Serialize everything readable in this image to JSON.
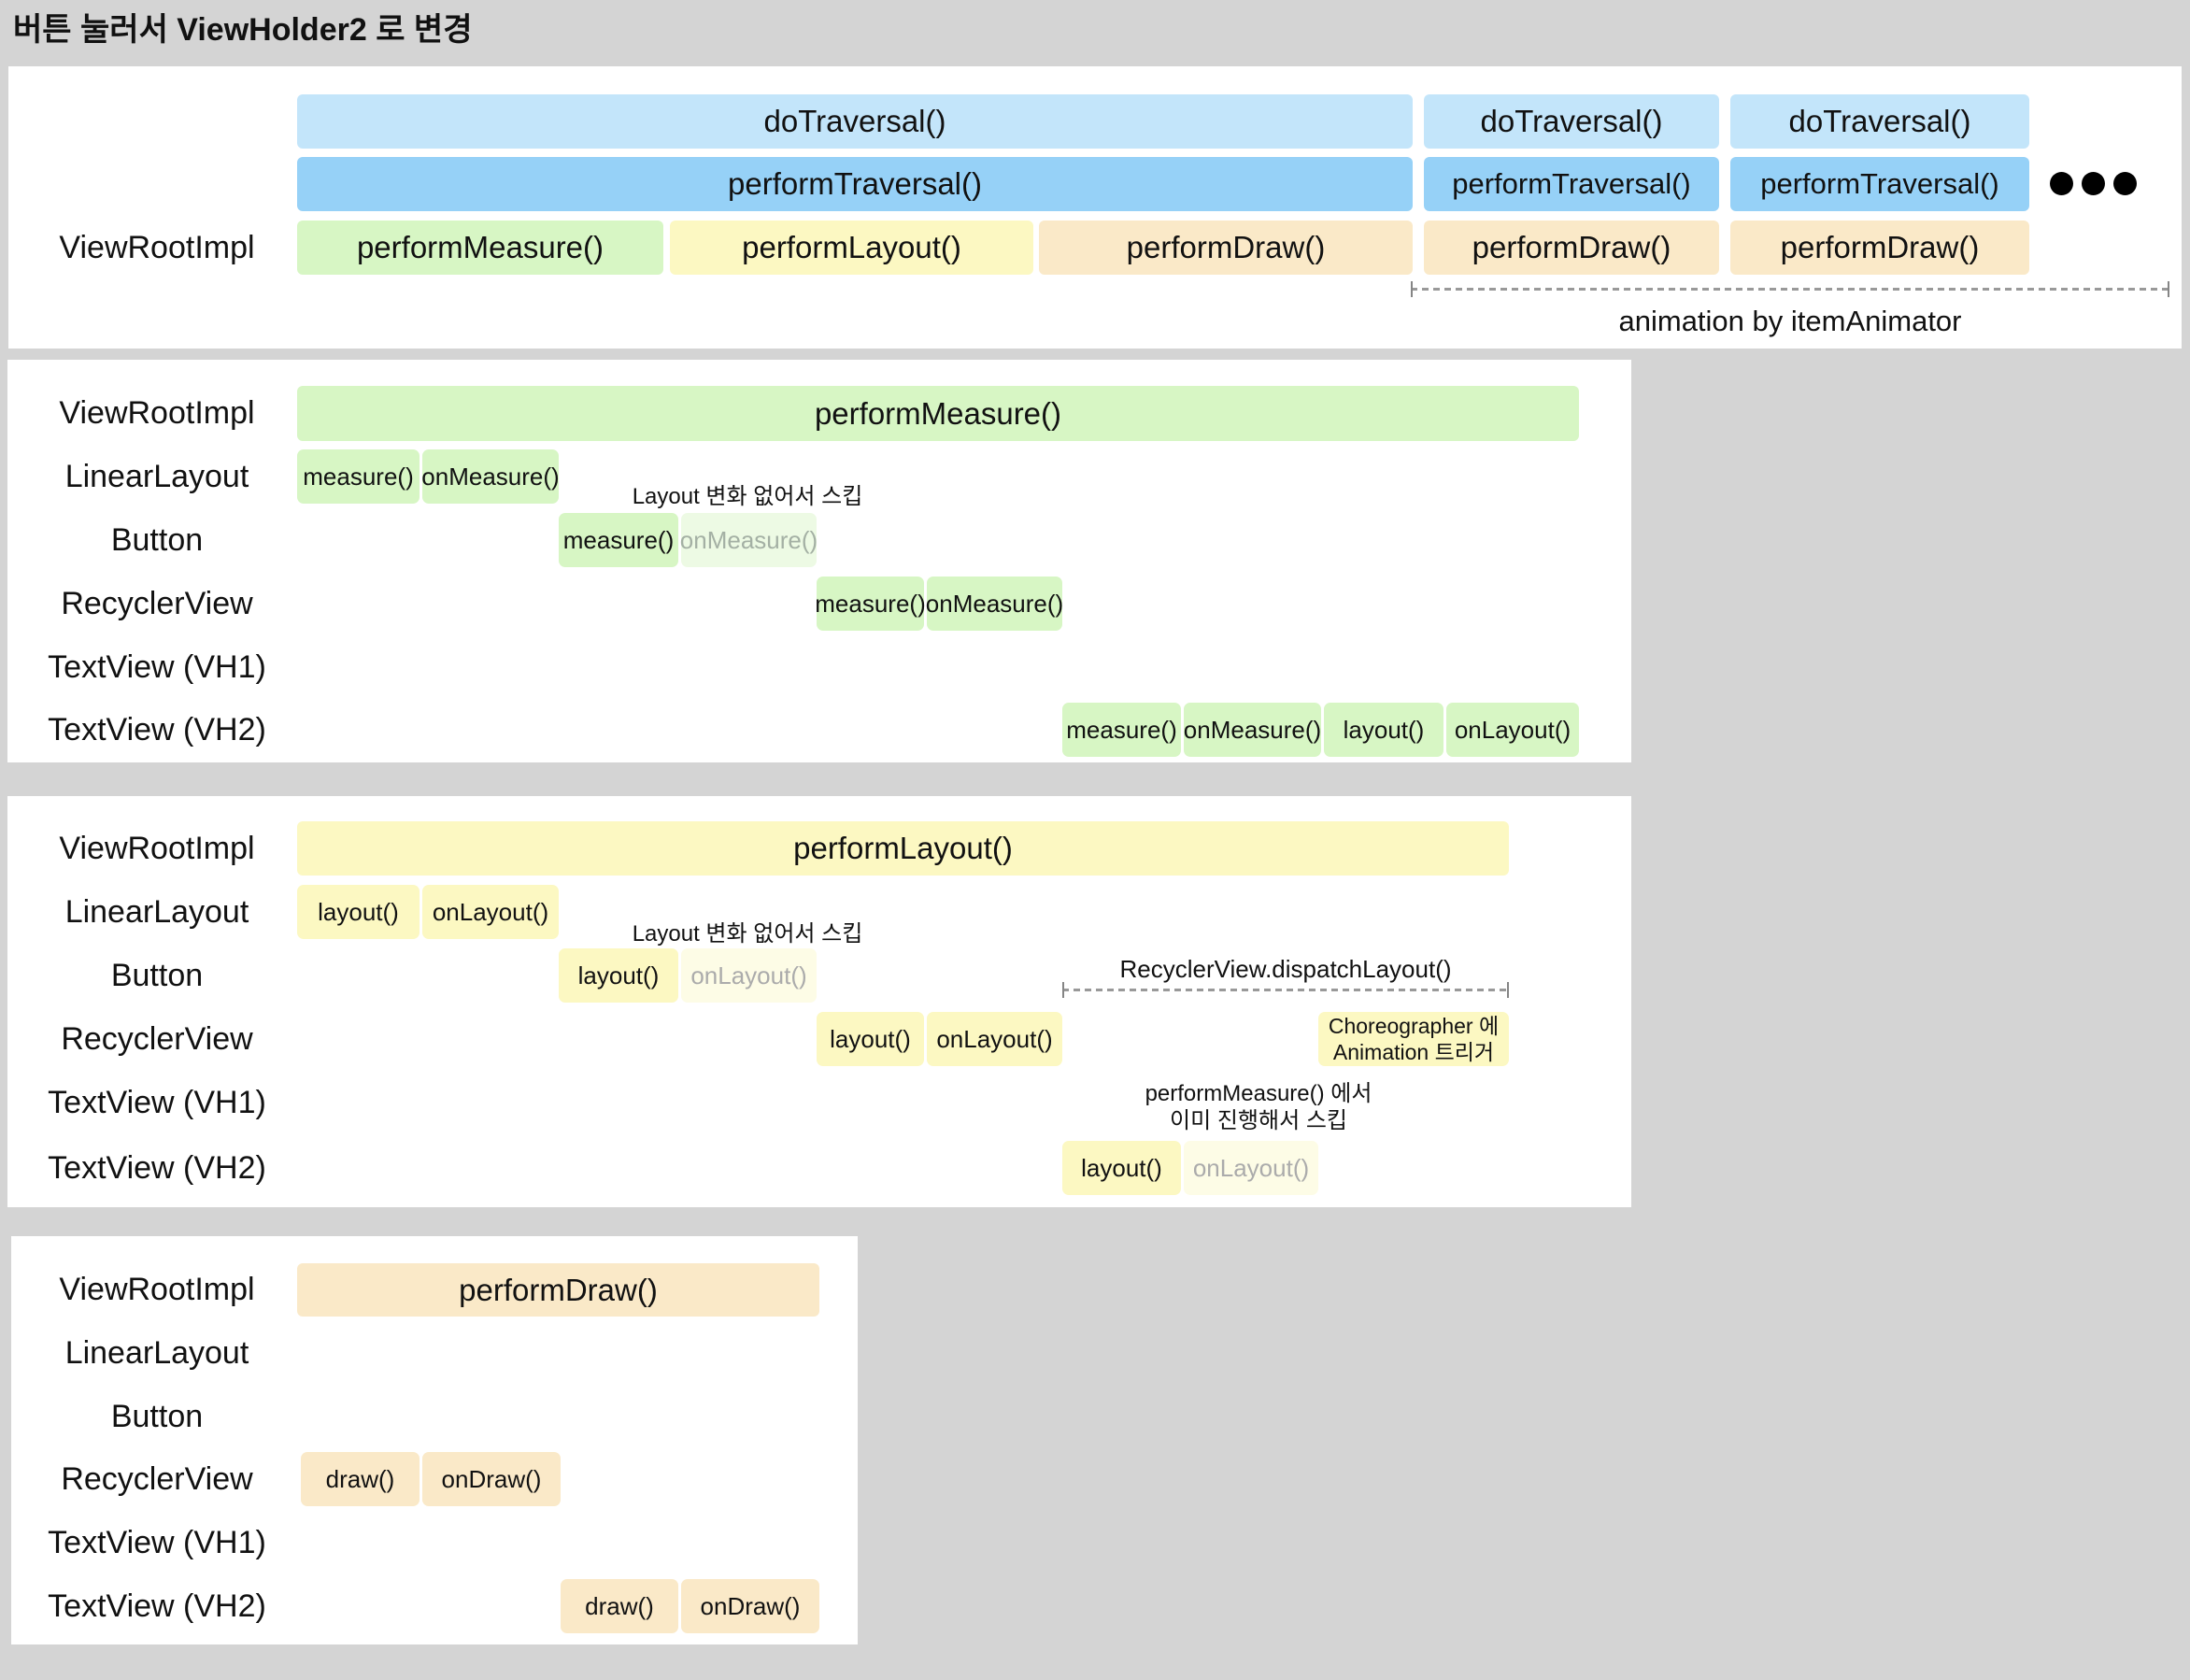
{
  "title": "버튼 눌러서 ViewHolder2 로 변경",
  "colors": {
    "background": "#d4d4d4",
    "panel": "#ffffff",
    "traversal_light_blue": "#c3e5fa",
    "traversal_blue": "#96d1f7",
    "measure_green": "#d7f6c4",
    "measure_green_skipped": "#edfae4",
    "layout_yellow": "#fcf8c2",
    "layout_yellow_skipped": "#fdfce6",
    "draw_orange": "#fae9c8",
    "skipped_text": "#a9aeA9",
    "ruler_gray": "#999999"
  },
  "row_labels": [
    "ViewRootImpl",
    "LinearLayout",
    "Button",
    "RecyclerView",
    "TextView (VH1)",
    "TextView (VH2)"
  ],
  "overview": {
    "row_label": "ViewRootImpl",
    "ellipsis_icon": "more-dots",
    "ruler_label": "animation by itemAnimator",
    "groups": [
      {
        "doTraversal": "doTraversal()",
        "performTraversal": "performTraversal()",
        "phases": [
          {
            "label": "performMeasure()",
            "color": "green"
          },
          {
            "label": "performLayout()",
            "color": "yellow"
          },
          {
            "label": "performDraw()",
            "color": "orange"
          }
        ]
      },
      {
        "doTraversal": "doTraversal()",
        "performTraversal": "performTraversal()",
        "phases": [
          {
            "label": "performDraw()",
            "color": "orange"
          }
        ]
      },
      {
        "doTraversal": "doTraversal()",
        "performTraversal": "performTraversal()",
        "phases": [
          {
            "label": "performDraw()",
            "color": "orange"
          }
        ]
      }
    ]
  },
  "measure_panel": {
    "bar_label": "performMeasure()",
    "skip_note": "Layout 변화 없어서 스킵",
    "linearlayout": [
      {
        "label": "measure()"
      },
      {
        "label": "onMeasure()"
      }
    ],
    "button": [
      {
        "label": "measure()"
      },
      {
        "label": "onMeasure()",
        "skipped": true
      }
    ],
    "recyclerview": [
      {
        "label": "measure()"
      },
      {
        "label": "onMeasure()"
      }
    ],
    "textview_vh2": [
      {
        "label": "measure()"
      },
      {
        "label": "onMeasure()"
      },
      {
        "label": "layout()"
      },
      {
        "label": "onLayout()"
      }
    ]
  },
  "layout_panel": {
    "bar_label": "performLayout()",
    "skip_note": "Layout 변화 없어서 스킵",
    "dispatch_label": "RecyclerView.dispatchLayout()",
    "choreographer_note_line1": "Choreographer 에",
    "choreographer_note_line2": "Animation 트리거",
    "already_note_line1": "performMeasure() 에서",
    "already_note_line2": "이미 진행해서 스킵",
    "linearlayout": [
      {
        "label": "layout()"
      },
      {
        "label": "onLayout()"
      }
    ],
    "button": [
      {
        "label": "layout()"
      },
      {
        "label": "onLayout()",
        "skipped": true
      }
    ],
    "recyclerview": [
      {
        "label": "layout()"
      },
      {
        "label": "onLayout()"
      }
    ],
    "textview_vh2": [
      {
        "label": "layout()"
      },
      {
        "label": "onLayout()",
        "skipped": true
      }
    ]
  },
  "draw_panel": {
    "bar_label": "performDraw()",
    "recyclerview": [
      {
        "label": "draw()"
      },
      {
        "label": "onDraw()"
      }
    ],
    "textview_vh2": [
      {
        "label": "draw()"
      },
      {
        "label": "onDraw()"
      }
    ]
  }
}
